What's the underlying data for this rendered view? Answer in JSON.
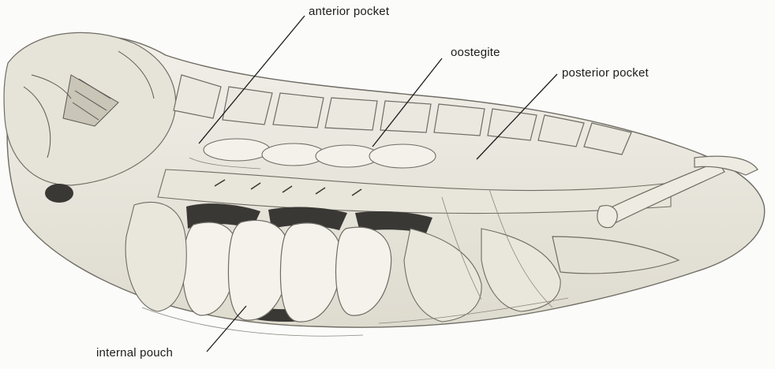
{
  "figure": {
    "labels": {
      "anterior_pocket": "anterior pocket",
      "oostegite": "oostegite",
      "posterior_pocket": "posterior pocket",
      "internal_pouch": "internal pouch"
    },
    "colors": {
      "background": "#fbfbf9",
      "body_fill": "#ebe9df",
      "shade": "#d4d1c4",
      "dark": "#3a3835",
      "outline": "#6f6c64",
      "leader": "#1c1c1c"
    }
  }
}
